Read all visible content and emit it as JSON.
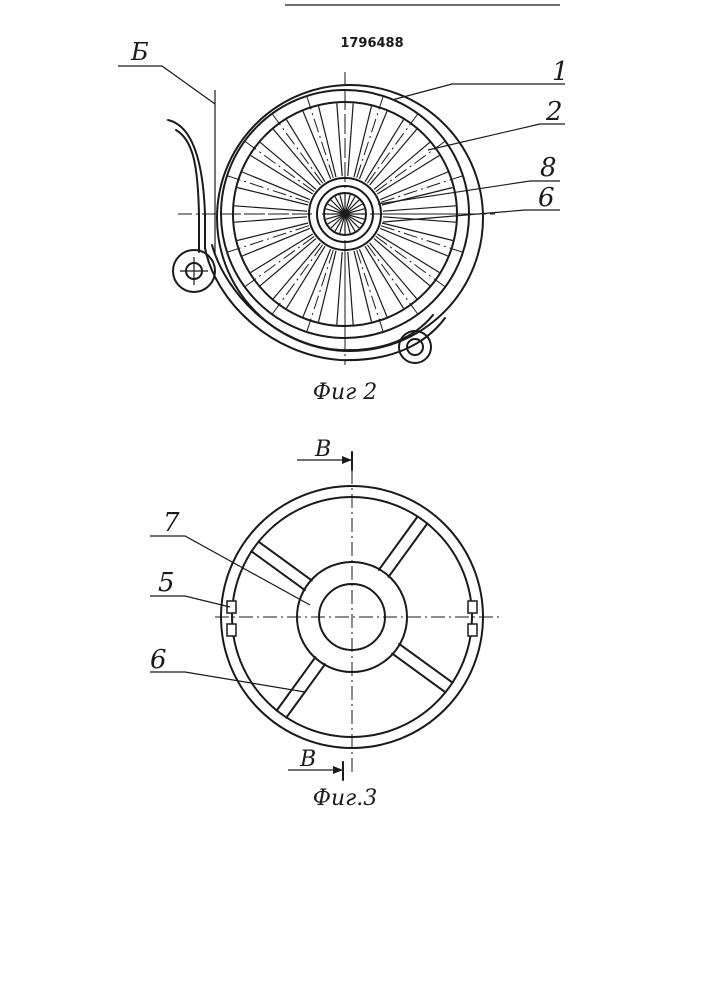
{
  "patent_number": "1796488",
  "figure2": {
    "caption": "Фиг 2",
    "labels": {
      "l1": "1",
      "l2": "2",
      "l8": "8",
      "l6": "6",
      "lB": "Б"
    }
  },
  "figure3": {
    "caption": "Фиг.3",
    "labels": {
      "l7": "7",
      "l5": "5",
      "l6": "6",
      "section": "В"
    }
  }
}
